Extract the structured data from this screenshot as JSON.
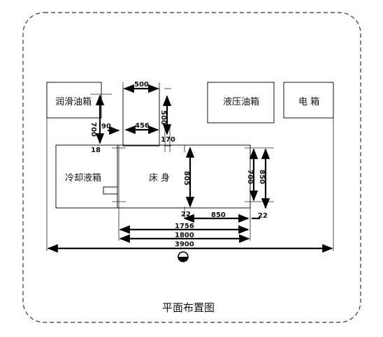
{
  "title": "平面布置图",
  "components": {
    "lubrication_tank": "润滑油箱",
    "hydraulic_tank": "液压油箱",
    "electric_box": "电 箱",
    "coolant_tank": "冷却液箱",
    "machine_bed": "床 身"
  },
  "dimensions": {
    "top_width": "500",
    "top_depth": "500",
    "inner_width": "456",
    "gap_90": "90",
    "gap_170": "170",
    "gap_18": "18",
    "left_height": "700",
    "bed_height": "805",
    "right_height_700": "700",
    "right_height_850": "850",
    "gap_22_left": "22",
    "gap_22_right": "22",
    "bottom_850": "850",
    "bottom_1756": "1756",
    "bottom_1800": "1800",
    "overall_3900": "3900"
  }
}
